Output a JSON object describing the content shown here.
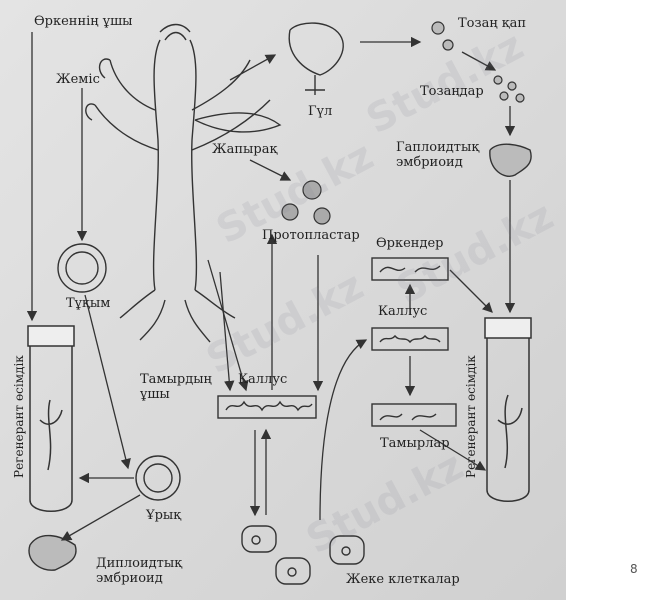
{
  "labels": {
    "shoot_tip": "Өркеннің ұшы",
    "fruit": "Жеміс",
    "seed": "Тұқым",
    "regen_left": "Регенерант өсімдік",
    "flower": "Гүл",
    "anther": "Тозаң қап",
    "pollen": "Тозаңдар",
    "haploid": "Гаплоидтық эмбриоид",
    "leaf": "Жапырақ",
    "protoplasts": "Протопластар",
    "shoots": "Өркендер",
    "callus_right": "Каллус",
    "regen_right": "Регенерант өсімдік",
    "root_tip": "Тамырдың ұшы",
    "callus_center": "Каллус",
    "roots": "Тамырлар",
    "embryo": "Ұрық",
    "diploid": "Диплоидтық эмбриоид",
    "single_cells": "Жеке клеткалар"
  },
  "watermark": "Stud.kz",
  "page_number": "8"
}
